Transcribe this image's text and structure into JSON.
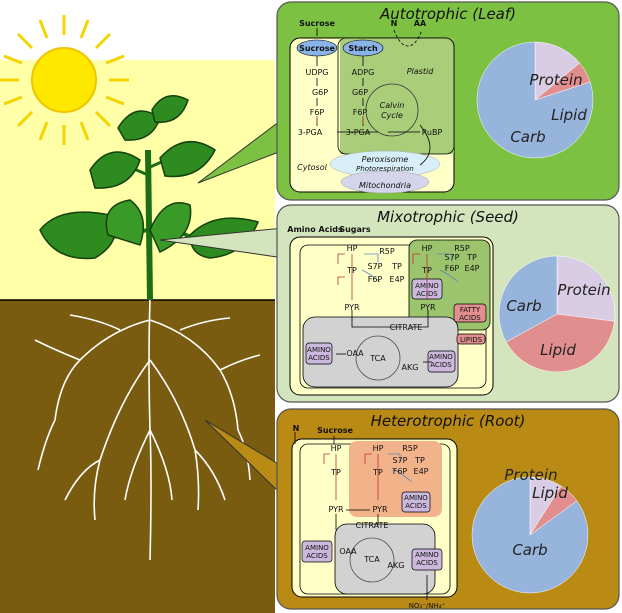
{
  "panels": {
    "leaf": {
      "title": "Autotrophic (Leaf)",
      "pie_labels": {
        "protein": "Protein",
        "lipid": "Lipid",
        "carb": "Carb"
      },
      "labels": {
        "sucrose_out": "Sucrose",
        "n": "N",
        "aa": "AA",
        "sucrose": "Sucrose",
        "starch": "Starch",
        "plastid": "Plastid",
        "udpg": "UDPG",
        "adpg": "ADPG",
        "g6p_c": "G6P",
        "g6p_p": "G6P",
        "f6p_c": "F6P",
        "f6p_p": "F6P",
        "pga_c": "3-PGA",
        "pga_p": "3-PGA",
        "rubp": "RuBP",
        "calvin1": "Calvin",
        "calvin2": "Cycle",
        "peroxisome": "Peroxisome",
        "photoresp": "Photorespiration",
        "cytosol": "Cytosol",
        "mito": "Mitochondria"
      }
    },
    "seed": {
      "title": "Mixotrophic (Seed)",
      "pie_labels": {
        "protein": "Protein",
        "lipid": "Lipid",
        "carb": "Carb"
      },
      "labels": {
        "amino_in": "Amino Acids",
        "sugars": "Sugars",
        "hp_c": "HP",
        "hp_p": "HP",
        "r5p_c": "R5P",
        "r5p_p": "R5P",
        "tp_c": "TP",
        "tp_m": "TP",
        "tp_p": "TP",
        "tp_p2": "TP",
        "s7p_c": "S7P",
        "s7p_p": "S7P",
        "f6p_c": "F6P",
        "f6p_p": "F6P",
        "e4p_c": "E4P",
        "e4p_p": "E4P",
        "amino_p1": "AMINO",
        "amino_p2": "ACIDS",
        "pyr_c": "PYR",
        "pyr_p": "PYR",
        "fatty1": "FATTY",
        "fatty2": "ACIDS",
        "citrate": "CITRATE",
        "lipids": "LIPIDS",
        "amino_l1": "AMINO",
        "amino_l2": "ACIDS",
        "oaa": "OAA",
        "tca": "TCA",
        "akg": "AKG",
        "amino_r1": "AMINO",
        "amino_r2": "ACIDS"
      }
    },
    "root": {
      "title": "Heterotrophic (Root)",
      "pie_labels": {
        "protein": "Protein",
        "lipid": "Lipid",
        "carb": "Carb"
      },
      "labels": {
        "n": "N",
        "sucrose": "Sucrose",
        "hp_c": "HP",
        "hp_p": "HP",
        "r5p": "R5P",
        "tp_c": "TP",
        "tp_p": "TP",
        "tp_p2": "TP",
        "s7p": "S7P",
        "f6p": "F6P",
        "e4p": "E4P",
        "amino_p1": "AMINO",
        "amino_p2": "ACIDS",
        "pyr_c": "PYR",
        "pyr_p": "PYR",
        "citrate": "CITRATE",
        "amino_l1": "AMINO",
        "amino_l2": "ACIDS",
        "oaa": "OAA",
        "tca": "TCA",
        "akg": "AKG",
        "amino_r1": "AMINO",
        "amino_r2": "ACIDS",
        "nitrogen": "NO₃⁻/NH₄⁺"
      }
    }
  },
  "pies": {
    "leaf": {
      "protein": 0.14,
      "lipid": 0.06,
      "carb": 0.8
    },
    "seed": {
      "protein": 0.27,
      "lipid": 0.4,
      "carb": 0.33
    },
    "root": {
      "protein": 0.09,
      "lipid": 0.06,
      "carb": 0.85
    }
  },
  "colors": {
    "sky": "#ffffa8",
    "soil": "#7a5c10",
    "leaf_panel": "#7dc142",
    "seed_panel": "#d4e4bc",
    "root_panel": "#b98a14",
    "pie_carb": "#97b4dc",
    "pie_protein": "#d8cde4",
    "pie_lipid": "#e08e8e"
  }
}
